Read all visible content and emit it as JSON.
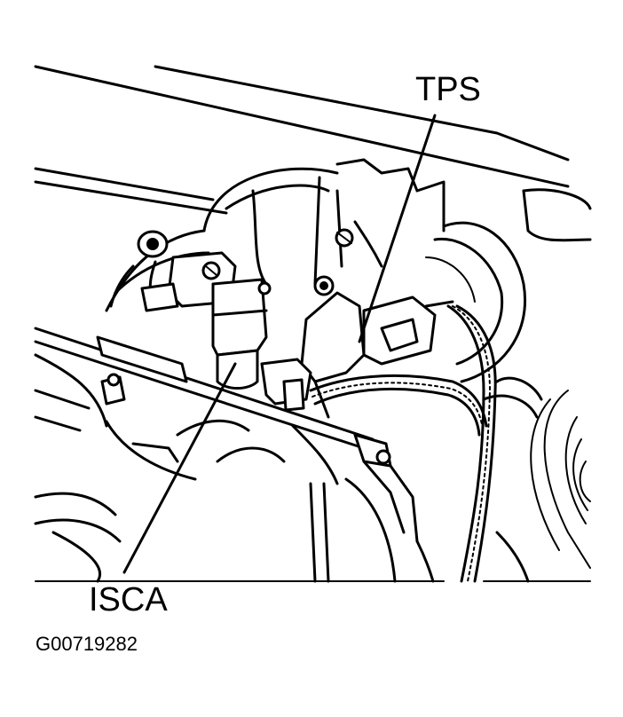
{
  "labels": {
    "tps": "TPS",
    "isca": "ISCA"
  },
  "figure_id": "G00719282"
}
